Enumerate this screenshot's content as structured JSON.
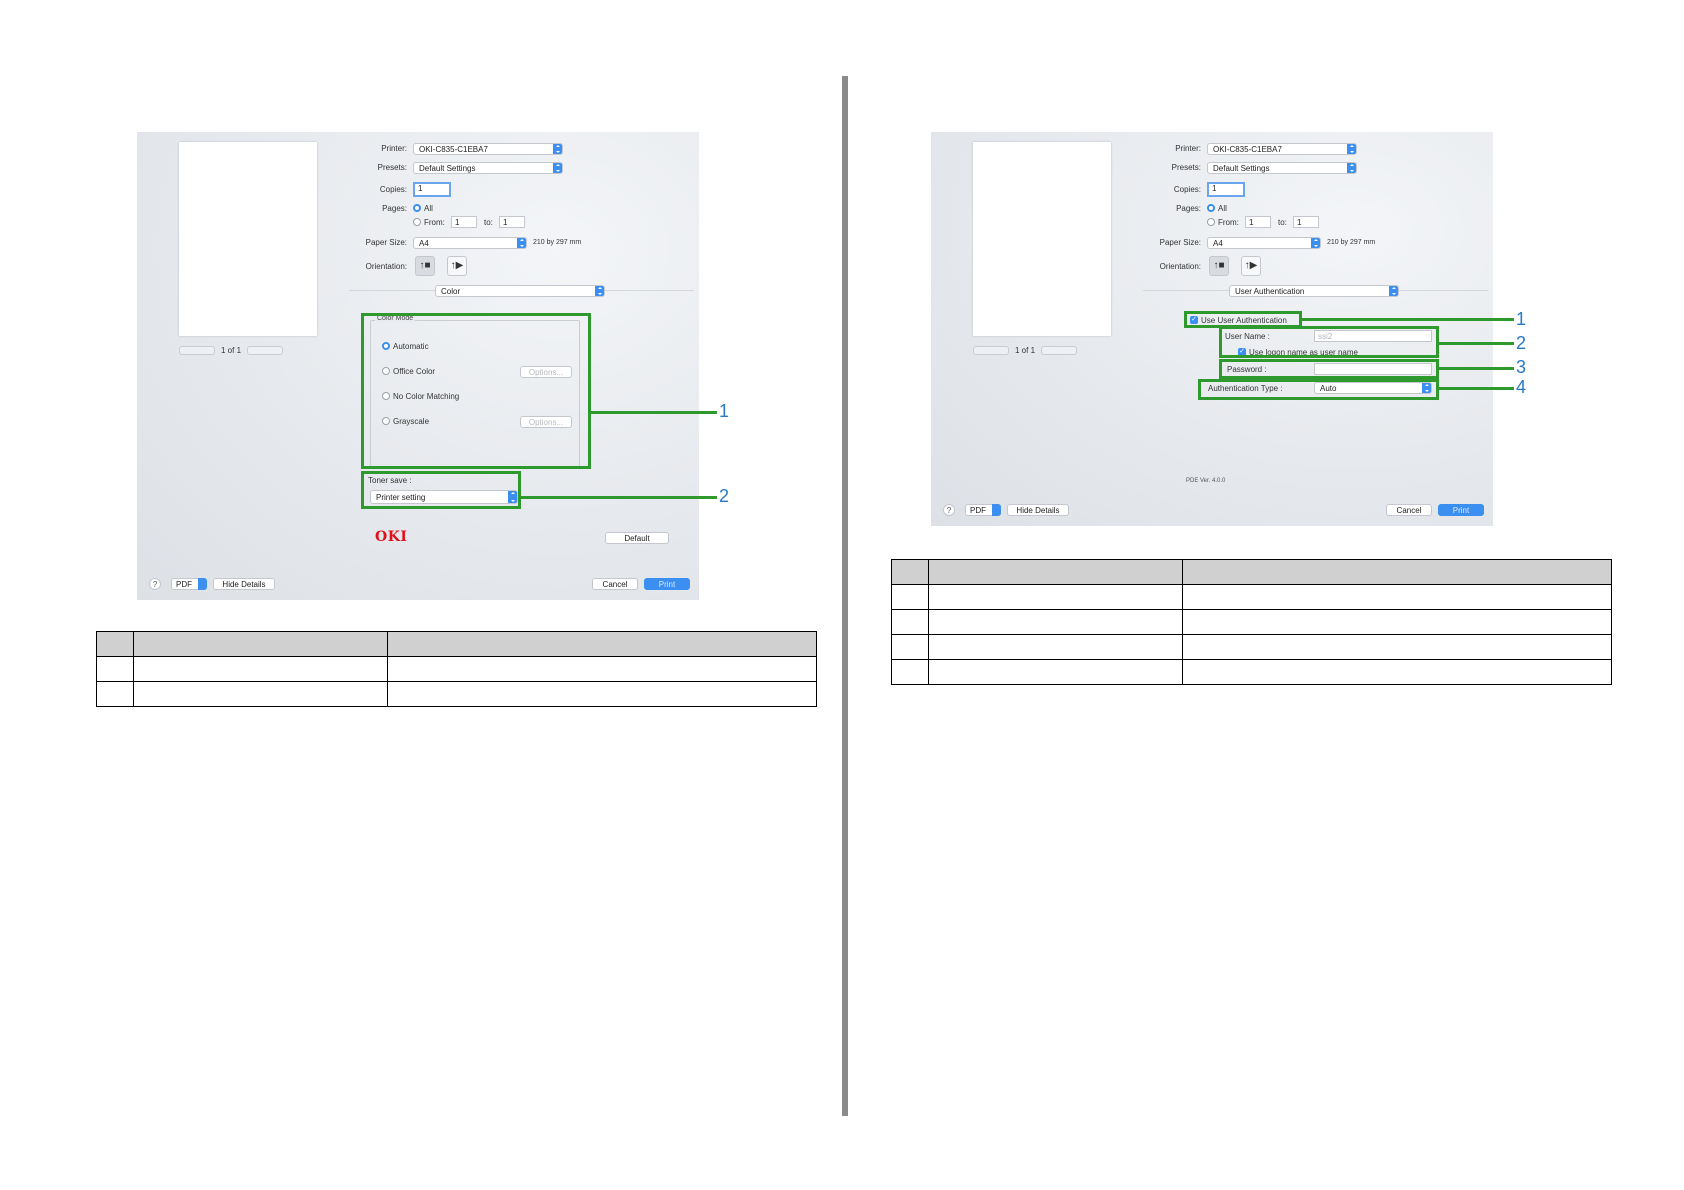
{
  "left_dialog": {
    "printer_label": "Printer:",
    "printer_value": "OKI-C835-C1EBA7",
    "presets_label": "Presets:",
    "presets_value": "Default Settings",
    "copies_label": "Copies:",
    "copies_value": "1",
    "pages_label": "Pages:",
    "pages_all": "All",
    "pages_from": "From:",
    "pages_from_value": "1",
    "pages_to": "to:",
    "pages_to_value": "1",
    "paper_size_label": "Paper Size:",
    "paper_size_value": "A4",
    "paper_size_dims": "210 by 297 mm",
    "orientation_label": "Orientation:",
    "page_counter": "1 of 1",
    "panel_select": "Color",
    "color_mode_title": "Color Mode",
    "options": [
      "Automatic",
      "Office Color",
      "No Color Matching",
      "Grayscale"
    ],
    "options_button": "Options...",
    "toner_save_label": "Toner save :",
    "toner_save_value": "Printer setting",
    "logo": "OKI",
    "default_button": "Default",
    "help": "?",
    "pdf": "PDF",
    "hide_details": "Hide Details",
    "cancel": "Cancel",
    "print": "Print"
  },
  "right_dialog": {
    "printer_label": "Printer:",
    "printer_value": "OKI-C835-C1EBA7",
    "presets_label": "Presets:",
    "presets_value": "Default Settings",
    "copies_label": "Copies:",
    "copies_value": "1",
    "pages_label": "Pages:",
    "pages_all": "All",
    "pages_from": "From:",
    "pages_from_value": "1",
    "pages_to": "to:",
    "pages_to_value": "1",
    "paper_size_label": "Paper Size:",
    "paper_size_value": "A4",
    "paper_size_dims": "210 by 297 mm",
    "orientation_label": "Orientation:",
    "page_counter": "1 of 1",
    "panel_select": "User Authentication",
    "use_user_auth": "Use User Authentication",
    "user_name_label": "User Name :",
    "user_name_value": "ssi2",
    "use_logon_name": "Use logon name as user name",
    "password_label": "Password :",
    "auth_type_label": "Authentication Type :",
    "auth_type_value": "Auto",
    "pde_version": "PDE Ver. 4.0.0",
    "help": "?",
    "pdf": "PDF",
    "hide_details": "Hide Details",
    "cancel": "Cancel",
    "print": "Print"
  },
  "callouts_left": [
    "1",
    "2"
  ],
  "callouts_right": [
    "1",
    "2",
    "3",
    "4"
  ],
  "colors": {
    "callout_box": "#2e9a2e",
    "callout_number": "#2879c4",
    "accent": "#3b8ff0",
    "logo": "#e0121b"
  }
}
